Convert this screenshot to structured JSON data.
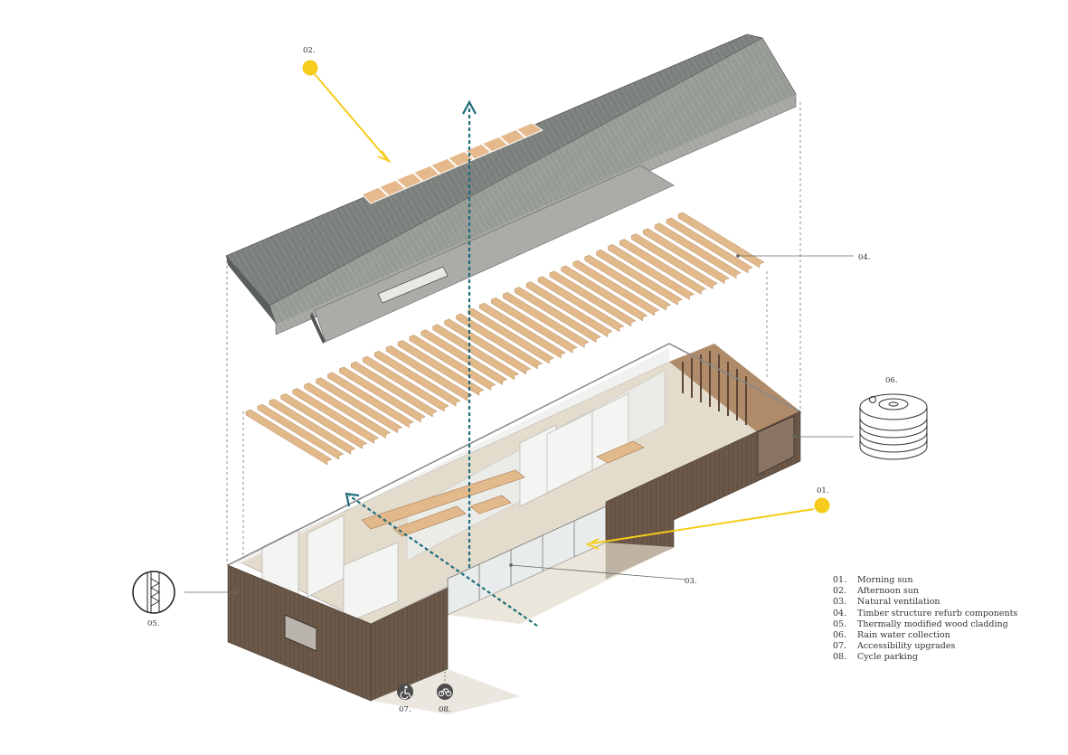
{
  "legend": [
    {
      "num": "01.",
      "text": "Morning sun"
    },
    {
      "num": "02.",
      "text": "Afternoon sun"
    },
    {
      "num": "03.",
      "text": "Natural ventilation"
    },
    {
      "num": "04.",
      "text": "Timber structure refurb components"
    },
    {
      "num": "05.",
      "text": "Thermally modified wood cladding"
    },
    {
      "num": "06.",
      "text": "Rain water collection"
    },
    {
      "num": "07.",
      "text": "Accessibility upgrades"
    },
    {
      "num": "08.",
      "text": "Cycle parking"
    }
  ],
  "callouts": {
    "c01": "01.",
    "c02": "02.",
    "c03": "03.",
    "c04": "04.",
    "c05": "05.",
    "c06": "06.",
    "c07": "07.",
    "c08": "08."
  },
  "colors": {
    "sun": "#F5CC1B",
    "ventilation": "#1E6C7B",
    "roof_dark": "#5A5F5C",
    "roof_light": "#8E918D",
    "timber": "#E2B98A",
    "cladding": "#6E5A4A",
    "floor": "#E6DDCF",
    "wall": "#F2F2F0"
  },
  "icons": {
    "accessibility": "wheelchair-icon",
    "cycle": "bicycle-icon"
  }
}
